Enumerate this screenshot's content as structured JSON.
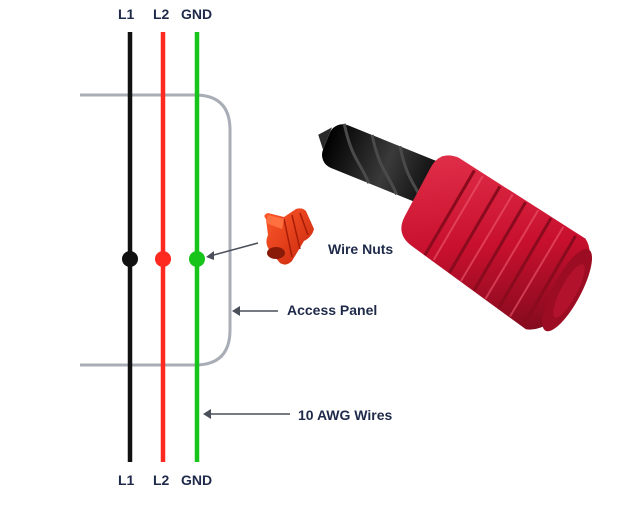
{
  "wires": {
    "top_labels": [
      "L1",
      "L2",
      "GND"
    ],
    "bottom_labels": [
      "L1",
      "L2",
      "GND"
    ],
    "colors": [
      "#111111",
      "#ff2a1f",
      "#16c41a"
    ]
  },
  "annotations": {
    "wire_nuts": "Wire Nuts",
    "access_panel": "Access Panel",
    "awg_wires": "10 AWG Wires"
  },
  "colors": {
    "panel_outline": "#a9adb6",
    "arrow": "#4a4f5a",
    "label_text": "#1f2a4a",
    "wire_nut_red": "#c8102e",
    "cable_black": "#1a1a1a"
  },
  "icons": {
    "small_wire_nut": "wire-nut-icon",
    "large_wire_nut": "wire-nut-photo-icon"
  }
}
